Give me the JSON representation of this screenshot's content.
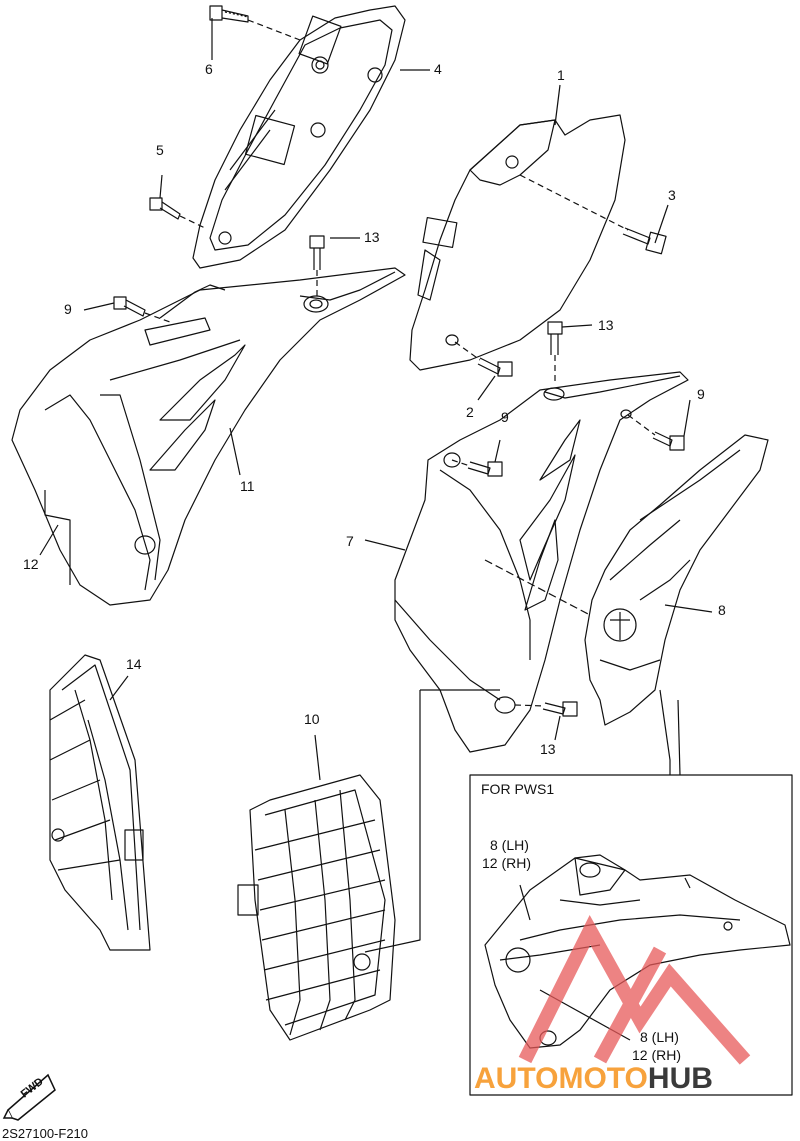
{
  "callouts": [
    {
      "id": "c1",
      "text": "1"
    },
    {
      "id": "c2",
      "text": "2"
    },
    {
      "id": "c3",
      "text": "3"
    },
    {
      "id": "c4",
      "text": "4"
    },
    {
      "id": "c5",
      "text": "5"
    },
    {
      "id": "c6",
      "text": "6"
    },
    {
      "id": "c7",
      "text": "7"
    },
    {
      "id": "c8",
      "text": "8"
    },
    {
      "id": "c9a",
      "text": "9"
    },
    {
      "id": "c9b",
      "text": "9"
    },
    {
      "id": "c9c",
      "text": "9"
    },
    {
      "id": "c10",
      "text": "10"
    },
    {
      "id": "c11",
      "text": "11"
    },
    {
      "id": "c12",
      "text": "12"
    },
    {
      "id": "c13a",
      "text": "13"
    },
    {
      "id": "c13b",
      "text": "13"
    },
    {
      "id": "c13c",
      "text": "13"
    },
    {
      "id": "c14",
      "text": "14"
    }
  ],
  "inset": {
    "title": "FOR PWS1",
    "label_a_line1": "8  (LH)",
    "label_a_line2": "12 (RH)",
    "label_b_line1": "8  (LH)",
    "label_b_line2": "12 (RH)"
  },
  "fwd_label": "FWD",
  "diagram_code": "2S27100-F210",
  "watermark": {
    "part1": "AUTO",
    "part2": "MOTO",
    "part3": "HUB",
    "color_primary": "#f7a23c",
    "color_secondary": "#3a3a3a",
    "logo_color": "#e85a5a"
  }
}
